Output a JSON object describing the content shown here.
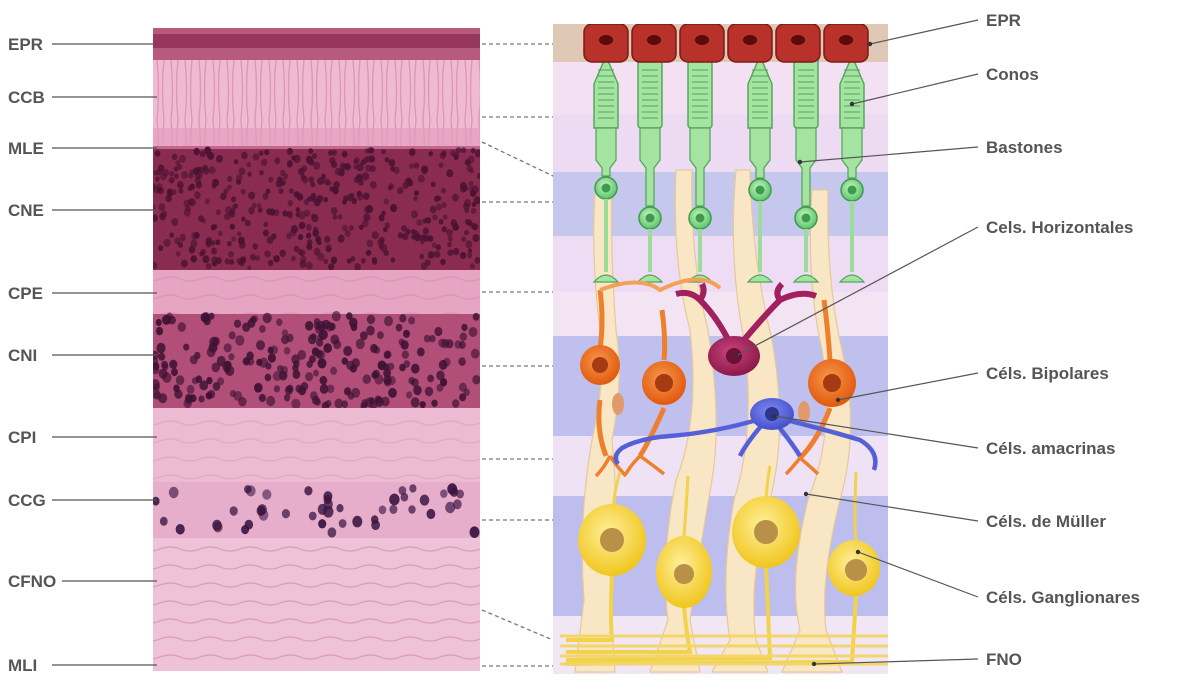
{
  "left_labels": [
    "EPR",
    "CCB",
    "MLE",
    "CNE",
    "CPE",
    "CNI",
    "CPI",
    "CCG",
    "CFNO",
    "MLI"
  ],
  "right_labels": [
    "EPR",
    "Conos",
    "Bastones",
    "Cels. Horizontales",
    "Céls. Bipolares",
    "Céls. amacrinas",
    "Céls. de Müller",
    "Céls. Ganglionares",
    "FNO"
  ],
  "colors": {
    "label_text": "#555555",
    "histology_pink": "#e9a9c6",
    "nuclei_purple": "#5a2148",
    "epr_red": "#b8322b",
    "photoreceptor_green": "#9ddb9a",
    "bipolar_orange": "#ec6c1e",
    "horizontal_magenta": "#a0205a",
    "amacrine_blue": "#5560d8",
    "ganglion_yellow": "#f4d034",
    "muller_cream": "#f8e6c4"
  }
}
